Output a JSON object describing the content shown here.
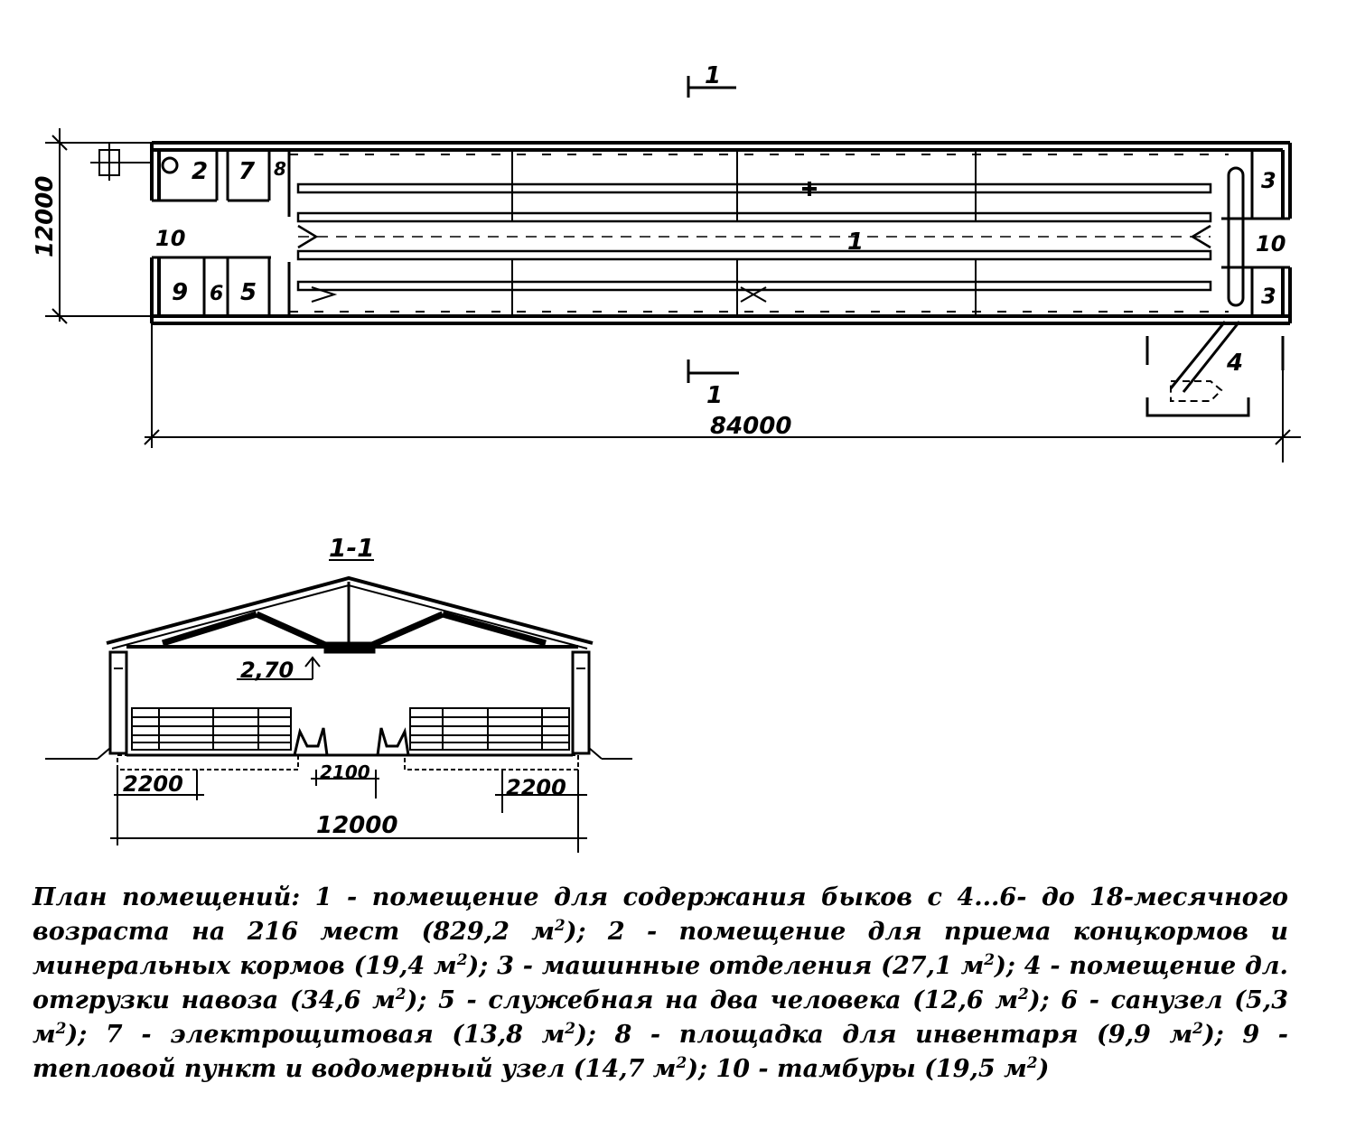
{
  "plan": {
    "section_mark_top": "1",
    "section_mark_bottom": "1",
    "dim_width": "12000",
    "dim_length": "84000",
    "rooms": {
      "r1": "1",
      "r2": "2",
      "r3a": "3",
      "r3b": "3",
      "r4": "4",
      "r5": "5",
      "r6": "6",
      "r7": "7",
      "r8": "8",
      "r9": "9",
      "r10a": "10",
      "r10b": "10"
    }
  },
  "section": {
    "title": "1-1",
    "height_mark": "2,70",
    "dim_left": "2200",
    "dim_center": "2100",
    "dim_right": "2200",
    "dim_total": "12000"
  },
  "caption": {
    "intro": "План помещений:",
    "items": [
      {
        "n": "1",
        "text": "помещение для содержания быков с 4...6- до 18-месячного возраста на 216 мест",
        "area": "829,2"
      },
      {
        "n": "2",
        "text": "помещение для приема концкормов и минеральных кормов",
        "area": "19,4"
      },
      {
        "n": "3",
        "text": "машинные отделения",
        "area": "27,1"
      },
      {
        "n": "4",
        "text": "помещение дл. отгрузки навоза",
        "area": "34,6"
      },
      {
        "n": "5",
        "text": "служебная на два человека",
        "area": "12,6"
      },
      {
        "n": "6",
        "text": "санузел",
        "area": "5,3"
      },
      {
        "n": "7",
        "text": "электрощитовая",
        "area": "13,8"
      },
      {
        "n": "8",
        "text": "площадка для инвентаря",
        "area": "9,9"
      },
      {
        "n": "9",
        "text": "тепловой пункт и водомерный узел",
        "area": "14,7"
      },
      {
        "n": "10",
        "text": "тамбуры",
        "area": "19,5"
      }
    ],
    "unit": "м",
    "exponent": "2"
  }
}
